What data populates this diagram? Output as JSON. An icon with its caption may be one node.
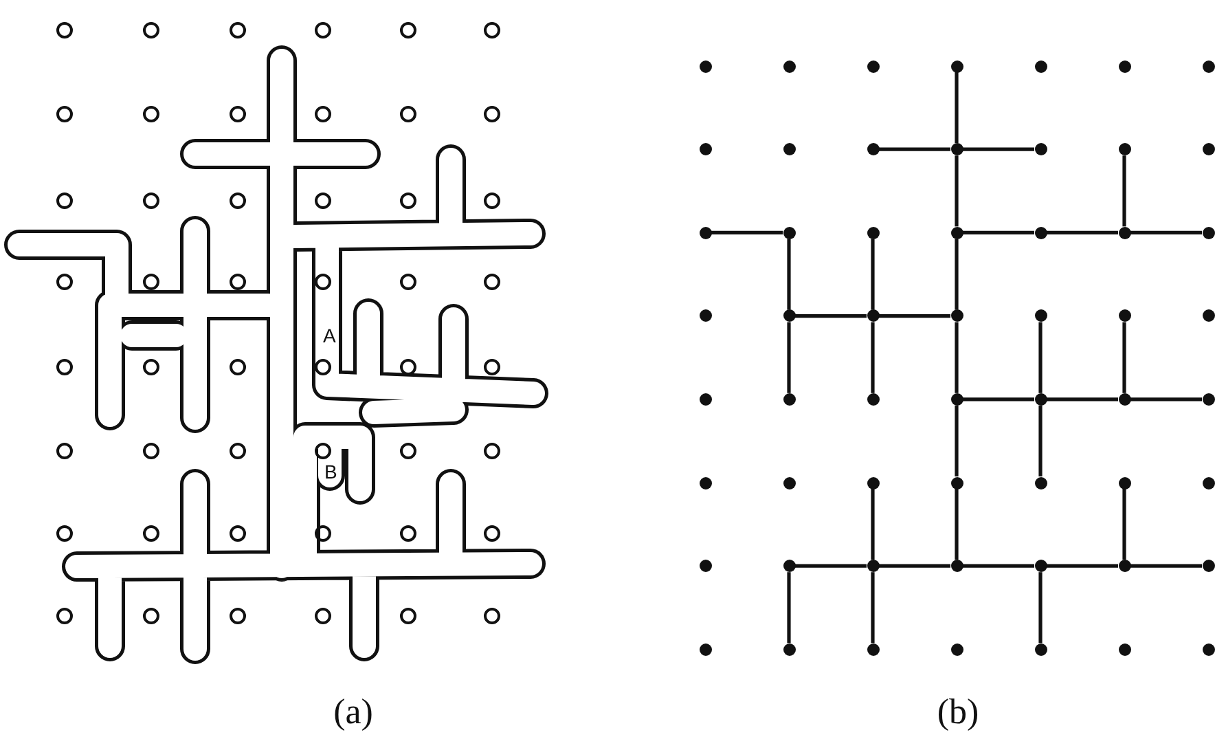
{
  "diagram": {
    "nodes": [
      {
        "text": [],
        "shape": "circle"
      },
      {
        "text": [],
        "shape": "circle"
      },
      {
        "text": [],
        "shape": "circle"
      },
      {
        "text": [],
        "shape": "circle"
      },
      {
        "text": [],
        "shape": "circle"
      },
      {
        "text": [],
        "shape": "circle"
      },
      {
        "text": [],
        "shape": "circle"
      },
      {
        "text": [],
        "shape": "circle"
      },
      {
        "text": [],
        "shape": "circle"
      },
      {
        "text": [],
        "shape": "circle"
      },
      {
        "text": [],
        "shape": "circle"
      },
      {
        "text": [],
        "shape": "circle"
      },
      {
        "text": [],
        "shape": "circle"
      },
      {
        "text": [],
        "shape": "circle"
      },
      {
        "text": [],
        "shape": "circle"
      },
      {
        "text": [],
        "shape": "circle"
      },
      {
        "text": [],
        "shape": "circle"
      },
      {
        "text": [],
        "shape": "circle"
      },
      {
        "text": [],
        "shape": "circle"
      },
      {
        "text": [],
        "shape": "circle"
      },
      {
        "text": [],
        "shape": "circle"
      },
      {
        "text": [],
        "shape": "circle"
      },
      {
        "text": [],
        "shape": "circle"
      },
      {
        "text": [],
        "shape": "circle"
      },
      {
        "text": [],
        "shape": "circle"
      },
      {
        "text": [],
        "shape": "circle"
      },
      {
        "text": [],
        "shape": "circle"
      },
      {
        "text": [],
        "shape": "circle"
      },
      {
        "text": [],
        "shape": "circle"
      },
      {
        "text": [],
        "shape": "circle"
      },
      {
        "text": [],
        "shape": "circle"
      },
      {
        "text": [],
        "shape": "circle"
      },
      {
        "text": [],
        "shape": "circle"
      },
      {
        "text": [],
        "shape": "circle"
      },
      {
        "text": [],
        "shape": "circle"
      },
      {
        "text": [],
        "shape": "circle"
      },
      {
        "text": [],
        "shape": "circle"
      },
      {
        "text": [],
        "shape": "circle"
      },
      {
        "text": [],
        "shape": "circle"
      },
      {
        "text": [],
        "shape": "circle"
      },
      {
        "text": [],
        "shape": "circle"
      },
      {
        "text": [],
        "shape": "circle"
      },
      {
        "text": [],
        "shape": "circle"
      },
      {
        "text": [],
        "shape": "circle"
      },
      {
        "text": [],
        "shape": "circle"
      },
      {
        "text": [],
        "shape": "circle"
      },
      {
        "text": [],
        "shape": "circle"
      },
      {
        "text": [],
        "shape": "circle"
      },
      {
        "text": [],
        "shape": "circle"
      },
      {
        "text": [],
        "shape": "circle"
      },
      {
        "text": [],
        "shape": "circle"
      },
      {
        "text": [],
        "shape": "circle"
      },
      {
        "text": [],
        "shape": "circle"
      },
      {
        "text": [],
        "shape": "circle"
      },
      {
        "text": [],
        "shape": "circle"
      },
      {
        "text": [],
        "shape": "circle"
      }
    ],
    "edges": [
      {
        "from": 3,
        "to": 10,
        "arrow": "none"
      },
      {
        "from": 9,
        "to": 10,
        "arrow": "none"
      },
      {
        "from": 10,
        "to": 11,
        "arrow": "none"
      },
      {
        "from": 10,
        "to": 17,
        "arrow": "none"
      },
      {
        "from": 12,
        "to": 19,
        "arrow": "none"
      },
      {
        "from": 14,
        "to": 15,
        "arrow": "none"
      },
      {
        "from": 15,
        "to": 22,
        "arrow": "none"
      },
      {
        "from": 16,
        "to": 23,
        "arrow": "none"
      },
      {
        "from": 17,
        "to": 18,
        "arrow": "none"
      },
      {
        "from": 18,
        "to": 19,
        "arrow": "none"
      },
      {
        "from": 19,
        "to": 20,
        "arrow": "none"
      },
      {
        "from": 17,
        "to": 24,
        "arrow": "none"
      },
      {
        "from": 22,
        "to": 23,
        "arrow": "none"
      },
      {
        "from": 23,
        "to": 24,
        "arrow": "none"
      },
      {
        "from": 22,
        "to": 29,
        "arrow": "none"
      },
      {
        "from": 23,
        "to": 30,
        "arrow": "none"
      },
      {
        "from": 24,
        "to": 31,
        "arrow": "none"
      },
      {
        "from": 25,
        "to": 32,
        "arrow": "none"
      },
      {
        "from": 26,
        "to": 33,
        "arrow": "none"
      },
      {
        "from": 31,
        "to": 32,
        "arrow": "none"
      },
      {
        "from": 32,
        "to": 33,
        "arrow": "none"
      },
      {
        "from": 33,
        "to": 34,
        "arrow": "none"
      },
      {
        "from": 31,
        "to": 38,
        "arrow": "none"
      },
      {
        "from": 32,
        "to": 39,
        "arrow": "none"
      },
      {
        "from": 37,
        "to": 44,
        "arrow": "none"
      },
      {
        "from": 38,
        "to": 45,
        "arrow": "none"
      },
      {
        "from": 40,
        "to": 47,
        "arrow": "none"
      },
      {
        "from": 43,
        "to": 44,
        "arrow": "none"
      },
      {
        "from": 44,
        "to": 45,
        "arrow": "none"
      },
      {
        "from": 45,
        "to": 46,
        "arrow": "none"
      },
      {
        "from": 46,
        "to": 47,
        "arrow": "none"
      },
      {
        "from": 47,
        "to": 48,
        "arrow": "none"
      },
      {
        "from": 43,
        "to": 50,
        "arrow": "none"
      },
      {
        "from": 44,
        "to": 51,
        "arrow": "none"
      },
      {
        "from": 46,
        "to": 53,
        "arrow": "none"
      }
    ],
    "labels": [
      "A",
      "B",
      "(a)",
      "(b)"
    ]
  }
}
